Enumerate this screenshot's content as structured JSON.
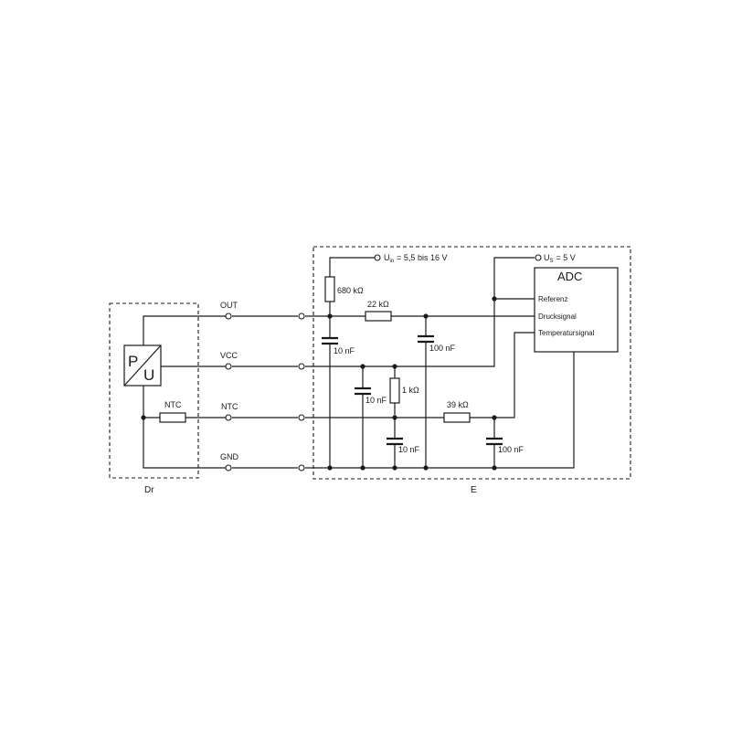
{
  "modules": {
    "left_label": "Dr",
    "right_label": "E"
  },
  "sensor": {
    "p": "P",
    "u": "U",
    "ntc": "NTC"
  },
  "lines": {
    "out": "OUT",
    "vcc": "VCC",
    "ntc": "NTC",
    "gnd": "GND"
  },
  "supply": {
    "uin": "U",
    "uin_sub": "in",
    "uin_value": "= 5,5 bis 16 V",
    "us": "U",
    "us_sub": "S",
    "us_value": "= 5 V"
  },
  "components": {
    "r680": "680 kΩ",
    "r22": "22 kΩ",
    "r1": "1 kΩ",
    "r39": "39 kΩ",
    "c10_out": "10 nF",
    "c100_out": "100 nF",
    "c10_vcc": "10 nF",
    "c10_temp": "10 nF",
    "c100_temp": "100 nF"
  },
  "adc": {
    "title": "ADC",
    "inputs": [
      "Referenz",
      "Drucksignal",
      "Temperatursignal"
    ]
  }
}
